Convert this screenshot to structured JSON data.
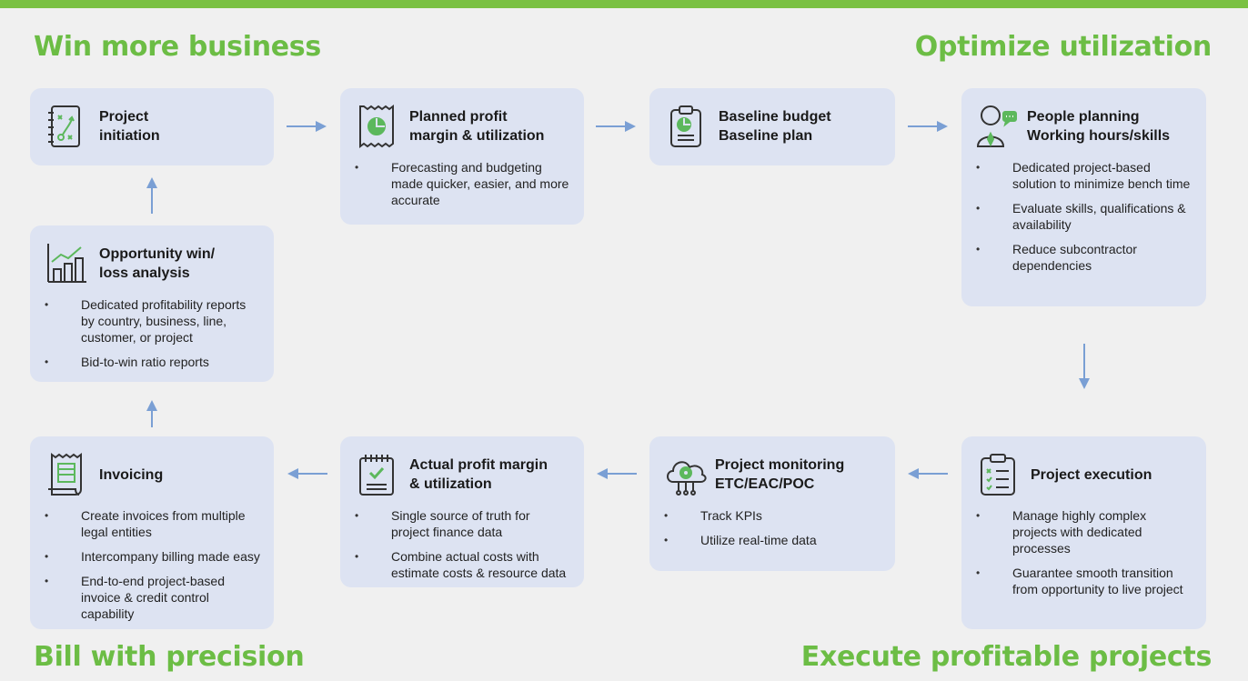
{
  "headings": {
    "top_left": "Win more business",
    "top_right": "Optimize utilization",
    "bottom_left": "Bill with precision",
    "bottom_right": "Execute profitable projects"
  },
  "colors": {
    "green": "#6cbd45",
    "card": "#dde3f2",
    "arrow": "#7a9fd4",
    "icon": "#333333"
  },
  "cards": {
    "project_initiation": {
      "icon": "strategy-notebook-icon",
      "title": [
        "Project",
        "initiation"
      ],
      "bullets": []
    },
    "planned_profit": {
      "icon": "receipt-pie-chart-icon",
      "title": [
        "Planned profit",
        "margin & utilization"
      ],
      "bullets": [
        "Forecasting and budgeting made quicker, easier, and more accurate"
      ]
    },
    "baseline_budget": {
      "icon": "clipboard-pie-chart-icon",
      "title": [
        "Baseline budget",
        "Baseline plan"
      ],
      "bullets": []
    },
    "people_planning": {
      "icon": "person-chat-icon",
      "title": [
        "People planning",
        "Working hours/skills"
      ],
      "bullets": [
        "Dedicated project-based solution to minimize bench time",
        "Evaluate skills, qualifications & availability",
        "Reduce subcontractor dependencies"
      ]
    },
    "opportunity": {
      "icon": "bar-chart-trend-icon",
      "title": [
        "Opportunity win/",
        "loss analysis"
      ],
      "bullets": [
        "Dedicated profitability reports by country, business, line, customer, or project",
        "Bid-to-win ratio reports"
      ]
    },
    "invoicing": {
      "icon": "invoice-receipt-icon",
      "title": [
        "Invoicing"
      ],
      "bullets": [
        "Create invoices from multiple legal entities",
        "Intercompany billing made easy",
        "End-to-end project-based invoice & credit control capability"
      ]
    },
    "actual_profit": {
      "icon": "checklist-notebook-icon",
      "title": [
        "Actual profit margin",
        "& utilization"
      ],
      "bullets": [
        "Single source of truth for project finance data",
        "Combine actual costs with estimate costs & resource data"
      ]
    },
    "project_monitoring": {
      "icon": "cloud-gear-icon",
      "title": [
        "Project monitoring",
        "ETC/EAC/POC"
      ],
      "bullets": [
        "Track KPIs",
        "Utilize real-time data"
      ]
    },
    "project_execution": {
      "icon": "clipboard-checklist-icon",
      "title": [
        "Project execution"
      ],
      "bullets": [
        "Manage highly complex projects with dedicated processes",
        "Guarantee smooth transition from opportunity to live project"
      ]
    }
  }
}
